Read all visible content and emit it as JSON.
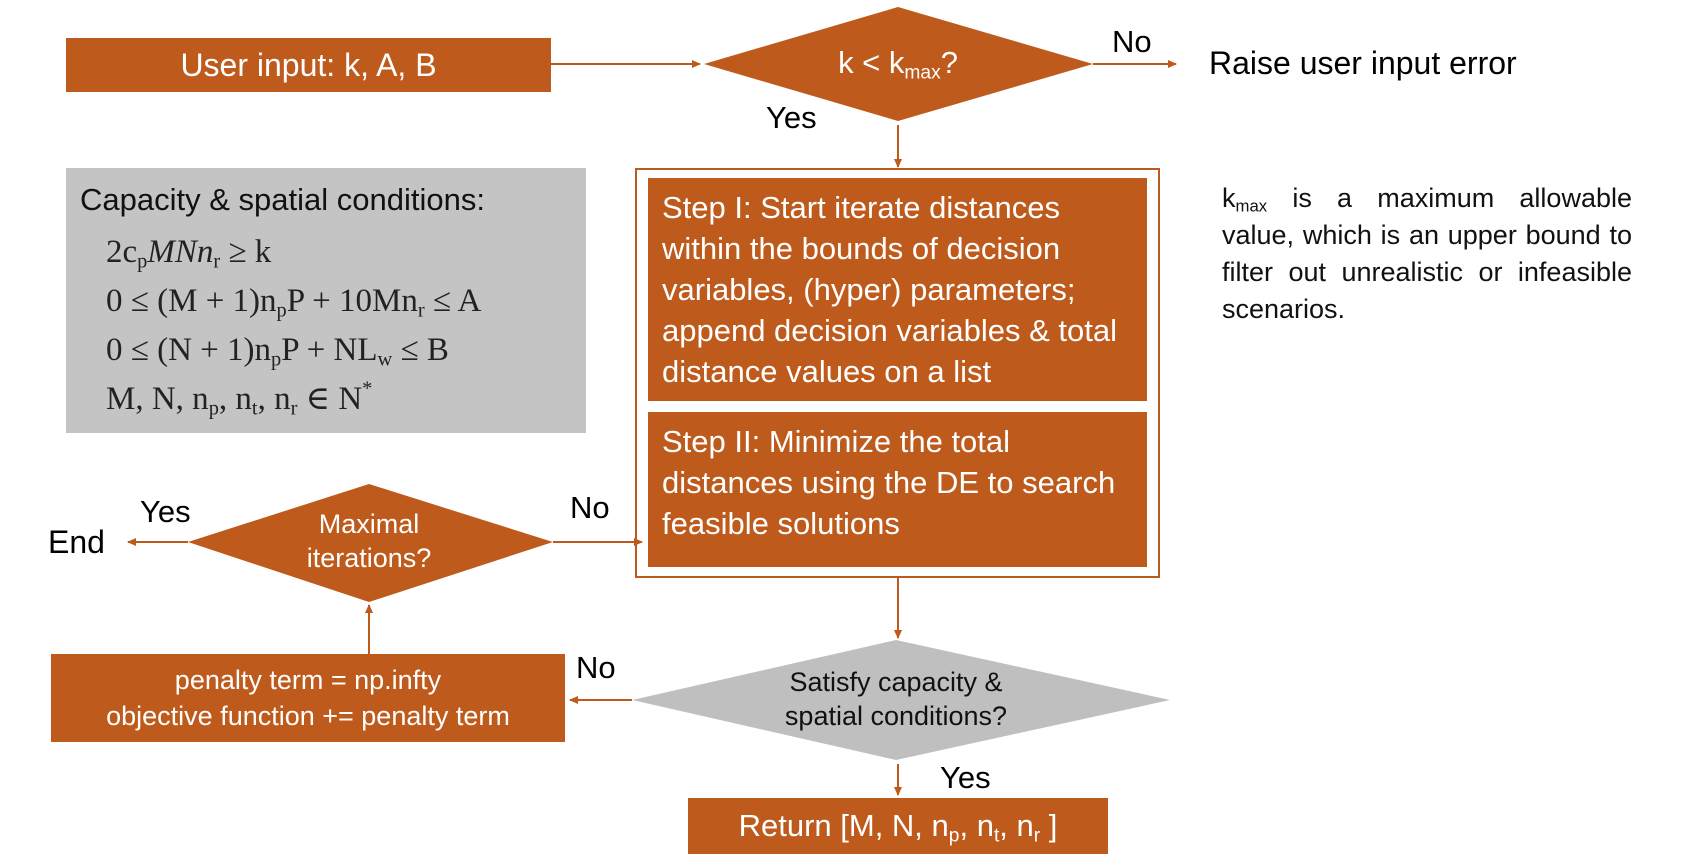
{
  "flowchart": {
    "user_input": "User input: k, A, B",
    "decision_k": {
      "lead": "k < k",
      "sub": "max",
      "tail": "?"
    },
    "no_label_1": "No",
    "yes_label_1": "Yes",
    "raise_error": "Raise user input error",
    "conditions": {
      "title": "Capacity & spatial conditions:",
      "line1": {
        "a": "2c",
        "sub_p": "p",
        "b": "MNn",
        "sub_r": "r",
        "c": " ≥ k"
      },
      "line2": {
        "a": "0 ≤ (M + 1)n",
        "sub_p": "p",
        "b": "P + 10Mn",
        "sub_r": "r",
        "c": " ≤ A"
      },
      "line3": {
        "a": "0 ≤ (N + 1)n",
        "sub_p": "p",
        "b": "P + NL",
        "sub_w": "w",
        "c": " ≤ B"
      },
      "line4": {
        "a": "M, N,  n",
        "sub_p": "p",
        "b": ", n",
        "sub_t": "t",
        "c": ", n",
        "sub_r": "r",
        "d": " ∈ N",
        "sup": "*"
      }
    },
    "step1": "Step I: Start iterate distances within the bounds of decision variables, (hyper) parameters; append decision variables & total distance values on a list",
    "step2": "Step II: Minimize the total distances using the DE to search feasible solutions",
    "kmax_note": {
      "k": "k",
      "sub": "max",
      "text": " is a maximum allowable value, which is an upper bound to filter out unrealistic or infeasible scenarios."
    },
    "decision_iter": "Maximal iterations?",
    "yes_label_2": "Yes",
    "no_label_2": "No",
    "end_label": "End",
    "penalty_line1": "penalty term = np.infty",
    "penalty_line2": "objective function += penalty term",
    "no_label_3": "No",
    "decision_satisfy": "Satisfy capacity & spatial conditions?",
    "yes_label_3": "Yes",
    "return_box": {
      "lead": "Return [M, N, n",
      "p": "p",
      "m1": ", n",
      "t": "t",
      "m2": ", n",
      "r": "r",
      "tail": " ]"
    }
  },
  "colors": {
    "accent": "#BE5A1B",
    "gray_box": "#C4C4C4",
    "gray_diamond": "#BFBFBF"
  }
}
